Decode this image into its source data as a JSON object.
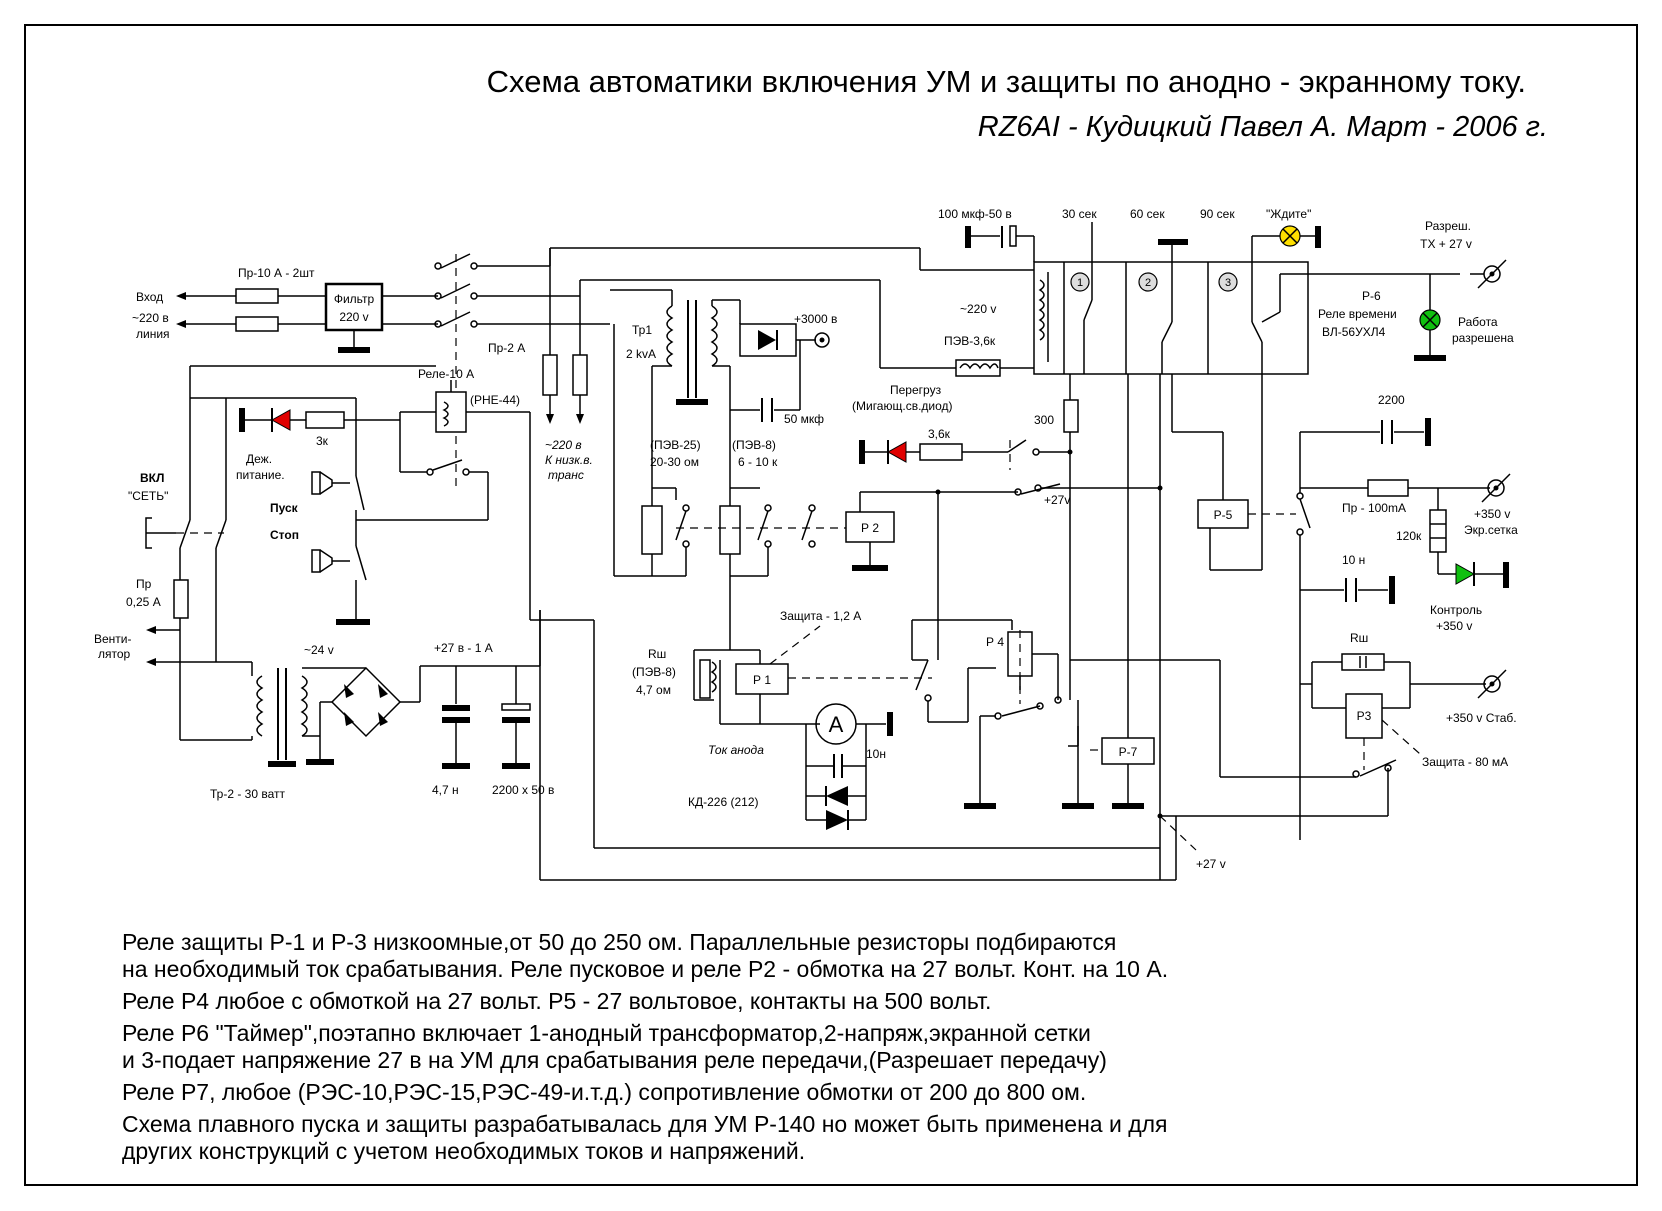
{
  "title": "Схема автоматики включения УМ и защиты по анодно - экранному току.",
  "subtitle": "RZ6AI - Кудицкий Павел А.  Март - 2006 г.",
  "labels": {
    "fuse_10a": "Пр-10 А - 2шт",
    "input": "Вход",
    "input_line": "~220 в",
    "line": "линия",
    "filter": "Фильтр",
    "filter_v": "220 v",
    "tr1": "Тр1",
    "tr1_power": "2 kvA",
    "v3000": "+3000 в",
    "cap_100": "100 мкф-50 в",
    "t30": "30 сек",
    "t60": "60 сек",
    "t90": "90 сек",
    "wait": "\"Ждите\"",
    "tx_enable": "Разреш.",
    "tx_27": "ТХ + 27 v",
    "p6": "Р-6",
    "p6_relay": "Реле времени",
    "p6_model": "ВЛ-56УХЛ4",
    "work": "Работа",
    "allowed": "разрешена",
    "ac220": "~220 v",
    "pev36": "ПЭВ-3,6к",
    "fuse_2a": "Пр-2 А",
    "relay10a": "Реле-10 А",
    "rne44": "(РНЕ-44)",
    "r3k": "3к",
    "standby": "Деж.",
    "standby2": "питание.",
    "to_low": "~220 в",
    "to_low2": "К низк.в.",
    "to_low3": "транс",
    "pev25": "(ПЭВ-25)",
    "pev25_val": "20-30 ом",
    "pev8": "(ПЭВ-8)",
    "pev8_val": "6 - 10 к",
    "c50": "50 мкф",
    "overload": "Перегруз",
    "overload2": "(Мигающ.св.диод)",
    "r36k": "3,6к",
    "r300": "300",
    "v27a": "+27v",
    "p2": "Р 2",
    "p5": "Р-5",
    "c2200": "2200",
    "fuse_100ma": "Пр - 100mA",
    "r120k": "120к",
    "v350": "+350 v",
    "scr_grid": "Экр.сетка",
    "c10n": "10 н",
    "control": "Контроль",
    "control_v": "+350 v",
    "on": "ВКЛ",
    "net": "\"СЕТЬ\"",
    "start": "Пуск",
    "stop": "Стоп",
    "fuse_025": "Пр",
    "fuse_025v": "0,25 А",
    "fan": "Венти-",
    "fan2": "лятор",
    "v24": "~24 v",
    "v27_1a": "+27 в  -  1 А",
    "tr2": "Тр-2 - 30 ватт",
    "c47n": "4,7 н",
    "c2200x50": "2200 х 50 в",
    "rsh": "Rш",
    "rsh_pev8": "(ПЭВ-8)",
    "rsh_val": "4,7 ом",
    "prot12": "Защита - 1,2 А",
    "p1": "Р 1",
    "ammeter": "A",
    "anode_current": "Ток анода",
    "c10nh": "10н",
    "kd226": "КД-226 (212)",
    "p4": "Р 4",
    "p7": "Р-7",
    "v27b": "+27 v",
    "rsh2": "Rш",
    "p3": "Р3",
    "v350stab": "+350 v Стаб.",
    "prot80": "Защита - 80 мА",
    "t1": "1",
    "t2": "2",
    "t3": "3"
  },
  "notes": [
    "Реле защиты Р-1 и Р-3 низкоомные,от 50 до 250 ом. Параллельные резисторы подбираются",
    "на необходимый ток срабатывания. Реле пусковое и реле Р2 - обмотка на 27 вольт. Конт. на 10 А.",
    "Реле Р4 любое с обмоткой на 27 вольт. Р5 - 27 вольтовое, контакты на 500 вольт.",
    "Реле Р6 \"Таймер\",поэтапно включает 1-анодный трансформатор,2-напряж,экранной сетки",
    "и 3-подает напряжение 27 в на УМ для срабатывания реле передачи,(Разрешает передачу)",
    "Реле Р7, любое (РЭС-10,РЭС-15,РЭС-49-и.т.д.) сопротивление обмотки от 200 до 800 ом.",
    "Схема плавного пуска и защиты разрабатывалась для УМ Р-140 но может быть применена и для",
    "других конструкций с учетом необходимых токов и напряжений."
  ],
  "colors": {
    "led_red": "#e00000",
    "led_green": "#10c010",
    "lamp_yellow": "#ffe000"
  }
}
